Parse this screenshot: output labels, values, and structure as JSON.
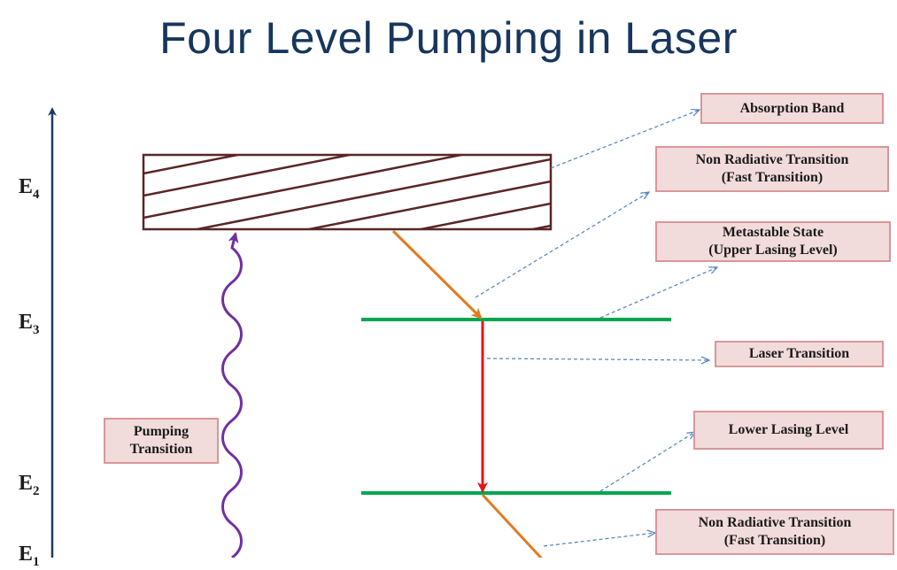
{
  "title": "Four Level Pumping in Laser",
  "energy_levels": {
    "e4": {
      "main": "E",
      "sub": "4"
    },
    "e3": {
      "main": "E",
      "sub": "3"
    },
    "e2": {
      "main": "E",
      "sub": "2"
    },
    "e1": {
      "main": "E",
      "sub": "1"
    }
  },
  "annotations": {
    "absorption_band": "Absorption Band",
    "non_radiative_upper": "Non Radiative Transition\n(Fast Transition)",
    "metastable_state": "Metastable State\n(Upper Lasing Level)",
    "laser_transition": "Laser Transition",
    "lower_lasing_level": "Lower Lasing Level",
    "non_radiative_lower": "Non Radiative  Transition\n(Fast Transition)",
    "pumping_transition": "Pumping\nTransition"
  },
  "colors": {
    "title": "#17365d",
    "axis": "#1f3864",
    "band_outline": "#5a2626",
    "level_line": "#00a650",
    "non_radiative_arrow": "#e07b22",
    "laser_arrow": "#e3151b",
    "pump_wave": "#7030a0",
    "pointer_line": "#4f81bd",
    "box_fill": "#f2dcdb",
    "box_border": "#d9969a"
  }
}
